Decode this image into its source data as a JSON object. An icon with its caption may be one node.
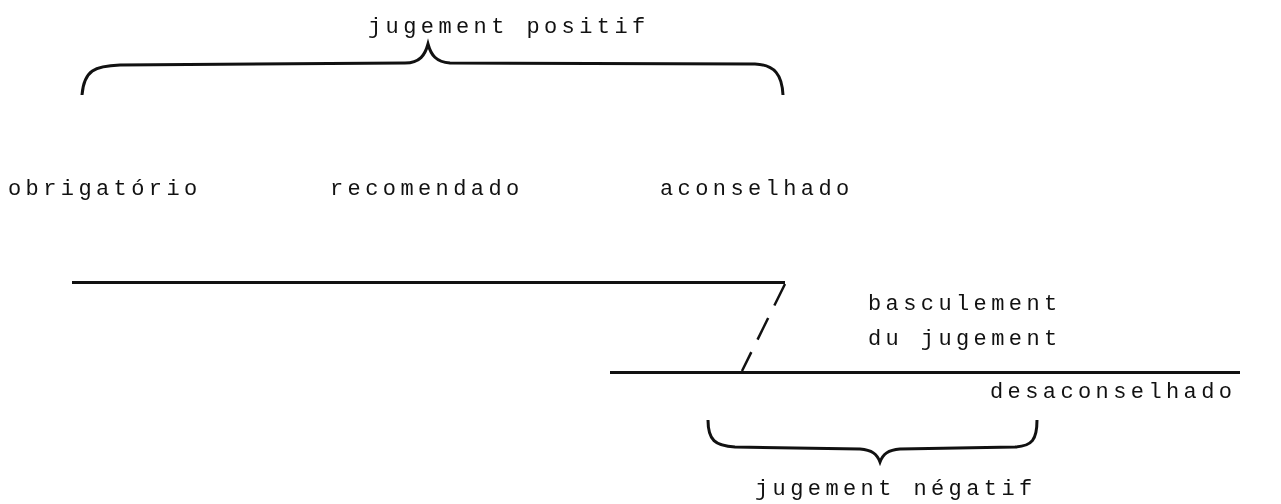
{
  "diagram": {
    "nodes": [
      {
        "text": [],
        "shape": "bar"
      },
      {
        "text": [],
        "shape": "bar"
      }
    ],
    "edges": [
      {
        "from": 0,
        "to": 1,
        "arrow": "none",
        "style": "dashed"
      }
    ],
    "labels": [
      "jugement positif",
      "obrigatório",
      "recomendado",
      "aconselhado",
      "basculement du jugement",
      "desaconselhado",
      "jugement négatif"
    ]
  }
}
